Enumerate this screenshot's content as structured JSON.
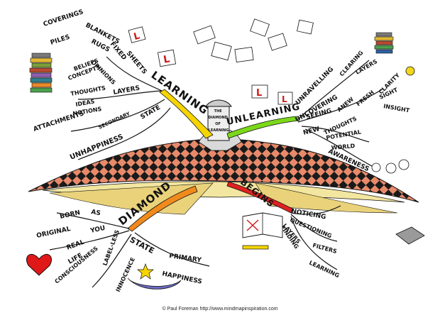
{
  "center": {
    "top_lines": [
      "THE",
      "DIAMOND",
      "OF",
      "LEARNING"
    ]
  },
  "branches": {
    "learning": {
      "title": "LEARNING",
      "color": "#f5d400",
      "words": [
        "COVERINGS",
        "BLANKETS",
        "PILES",
        "RUGS",
        "FIXED",
        "SHEETS",
        "OPINIONS",
        "BELIEFS",
        "CONCEPTS",
        "LAYERS",
        "THOUGHTS",
        "IDEAS",
        "NOTIONS",
        "ATTACHMENTS",
        "SECONDARY",
        "STATE",
        "UNHAPPINESS"
      ]
    },
    "unlearning": {
      "title": "UNLEARNING",
      "color": "#7bd81a",
      "words": [
        "UNRAVELLING",
        "CLEARING",
        "LAYERS",
        "UNCOVERING",
        "CLARITY",
        "SEEING",
        "ANEW",
        "FRESH",
        "SIGHT",
        "INSIGHT",
        "NEW",
        "THOUGHTS",
        "POTENTIAL",
        "WORLD",
        "AWARENESS"
      ]
    },
    "diamond": {
      "title": "DIAMOND",
      "color": "#f08a1c",
      "words": [
        "BORN",
        "AS",
        "ORIGINAL",
        "YOU",
        "REAL",
        "LIFE",
        "CONSCIOUSNESS",
        "LABEL-LESS",
        "INNOCENCE",
        "STATE",
        "PRIMARY",
        "HAPPINESS"
      ]
    },
    "begins": {
      "title": "BEGINS",
      "color": "#e02020",
      "words": [
        "NOTICING",
        "QUESTIONING",
        "LAYERS",
        "FILTERS",
        "FINDING",
        "LEARNING"
      ]
    }
  },
  "copyright": "© Paul Foreman http://www.mindmapinspiration.com",
  "colors": {
    "ink": "#111111",
    "diamond_red": "#e06a4e",
    "diamond_dark": "#1a1a1a",
    "heart": "#e01818"
  }
}
